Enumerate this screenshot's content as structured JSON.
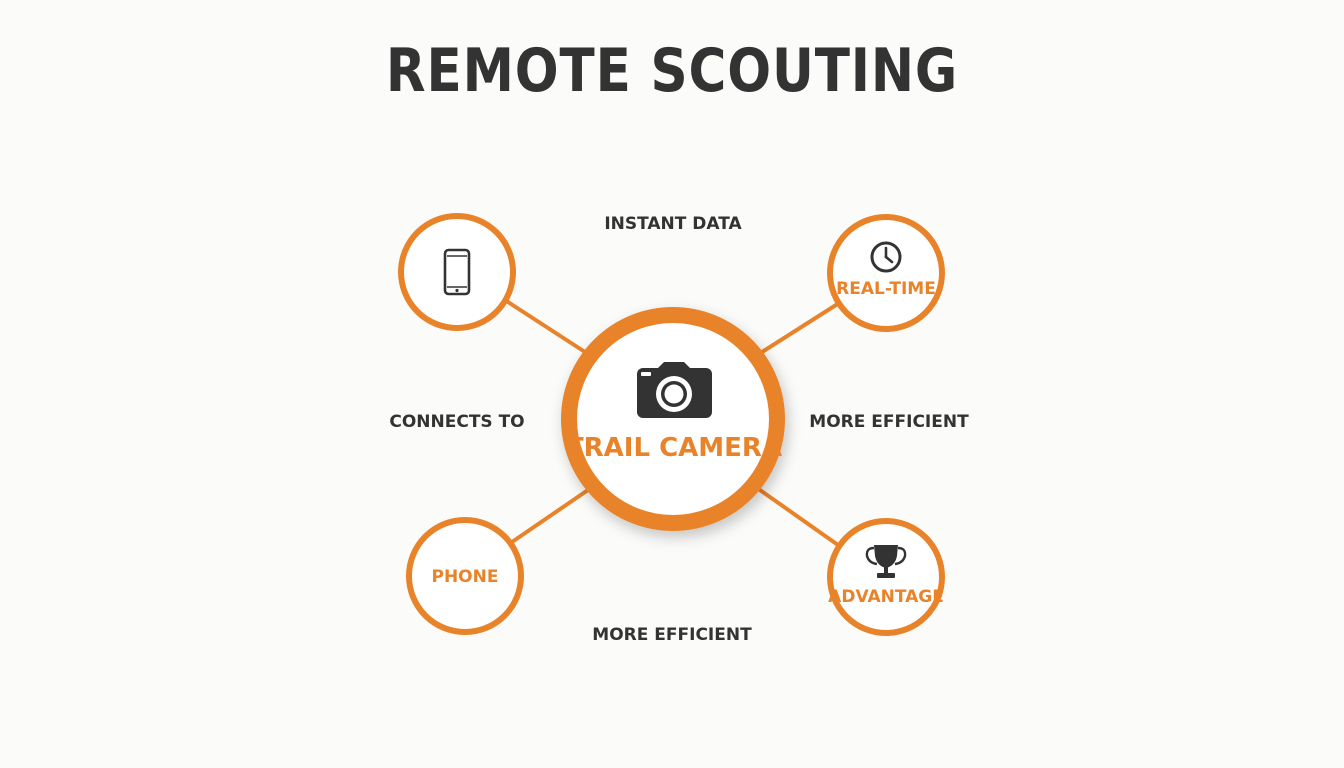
{
  "title": "REMOTE SCOUTING",
  "center": {
    "label": "TRAIL CAMERA",
    "icon": "camera-icon"
  },
  "nodes": {
    "top_left": {
      "label": "",
      "icon": "smartphone-icon"
    },
    "top_right": {
      "label": "REAL-TIME",
      "icon": "clock-icon"
    },
    "bottom_left": {
      "label": "PHONE",
      "icon": ""
    },
    "bottom_right": {
      "label": "ADVANTAGE",
      "icon": "trophy-icon"
    }
  },
  "connector_labels": {
    "top": "INSTANT DATA",
    "left": "CONNECTS TO",
    "right": "MORE EFFICIENT",
    "bottom": "MORE EFFICIENT"
  },
  "colors": {
    "accent": "#e8832a",
    "text": "#333333",
    "background": "#fbfbfa"
  }
}
